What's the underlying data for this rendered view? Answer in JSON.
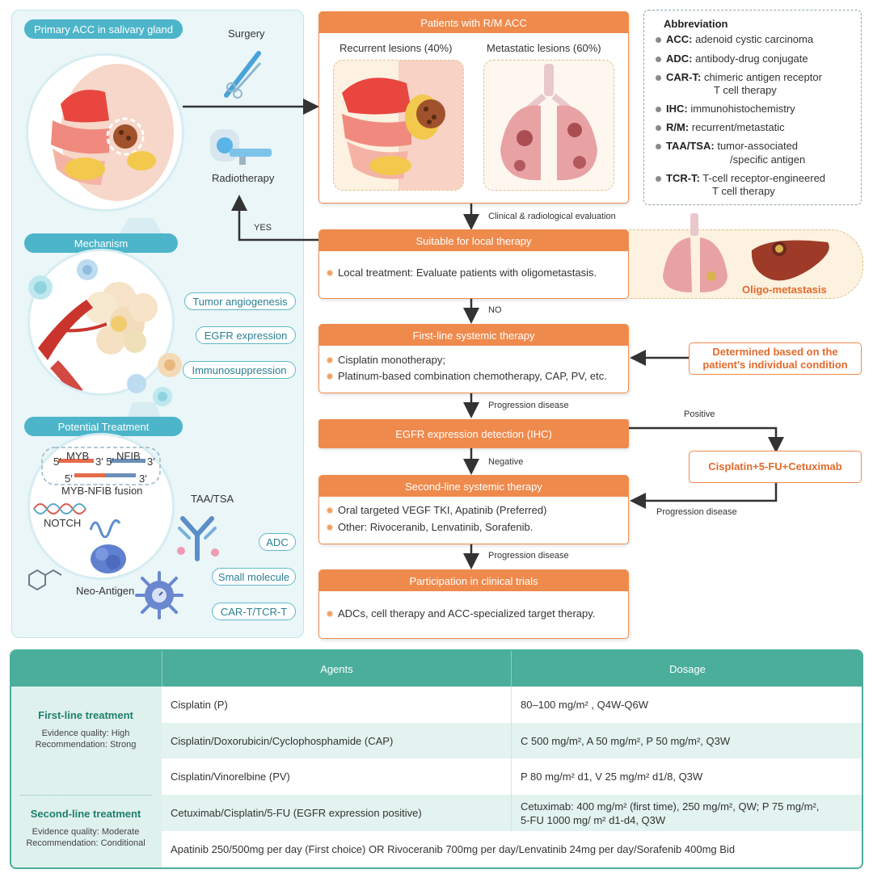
{
  "left": {
    "primary_title": "Primary ACC in salivary gland",
    "surgery": "Surgery",
    "radiotherapy": "Radiotherapy",
    "yes": "YES",
    "mechanism_title": "Mechanism",
    "mechanisms": [
      "Tumor angiogenesis",
      "EGFR expression",
      "Immunosuppression"
    ],
    "potential_title": "Potential Treatment",
    "gene_myb": "MYB",
    "gene_nfib": "NFIB",
    "fusion_label": "MYB-NFIB fusion",
    "notch": "NOTCH",
    "neo_antigen": "Neo-Antigen",
    "taa_tsa": "TAA/TSA",
    "treatments": [
      "ADC",
      "Small molecule",
      "CAR-T/TCR-T"
    ]
  },
  "flow": {
    "patients_title": "Patients with R/M ACC",
    "recurrent": "Recurrent lesions (40%)",
    "metastatic": "Metastatic lesions (60%)",
    "eval_note": "Clinical & radiological evaluation",
    "local_title": "Suitable for local therapy",
    "local_item": "Local treatment: Evaluate patients with oligometastasis.",
    "oligo": "Oligo-metastasis",
    "no_note": "NO",
    "first_title": "First-line systemic therapy",
    "first_items": [
      "Cisplatin monotherapy;",
      "Platinum-based combination chemotherapy, CAP, PV, etc."
    ],
    "determined": "Determined based on the patient's individual condition",
    "progression1": "Progression disease",
    "egfr_title": "EGFR expression detection (IHC)",
    "positive": "Positive",
    "negative": "Negative",
    "cetux": "Cisplatin+5-FU+Cetuximab",
    "second_title": "Second-line systemic therapy",
    "second_items": [
      "Oral targeted VEGF TKI, Apatinib (Preferred)",
      "Other: Rivoceranib, Lenvatinib, Sorafenib."
    ],
    "progression2": "Progression disease",
    "progression3": "Progression disease",
    "trials_title": "Participation in clinical trials",
    "trials_item": "ADCs, cell therapy and ACC-specialized target therapy."
  },
  "abbreviations": {
    "title": "Abbreviation",
    "items": [
      {
        "key": "ACC:",
        "value": "adenoid cystic carcinoma"
      },
      {
        "key": "ADC:",
        "value": "antibody-drug conjugate"
      },
      {
        "key": "CAR-T:",
        "value": "chimeric antigen receptor",
        "cont": "T cell therapy"
      },
      {
        "key": "IHC:",
        "value": "immunohistochemistry"
      },
      {
        "key": "R/M:",
        "value": "recurrent/metastatic"
      },
      {
        "key": "TAA/TSA:",
        "value": "tumor-associated",
        "cont": "/specific antigen"
      },
      {
        "key": "TCR-T:",
        "value": "T-cell receptor-engineered",
        "cont": "T cell therapy"
      }
    ]
  },
  "table": {
    "headers": [
      "Agents",
      "Dosage"
    ],
    "first_line": {
      "title": "First-line treatment",
      "evidence": "Evidence quality: High",
      "recommendation": "Recommendation: Strong"
    },
    "second_line": {
      "title": "Second-line treatment",
      "evidence": "Evidence quality: Moderate",
      "recommendation": "Recommendation: Conditional"
    },
    "rows": [
      {
        "agent": "Cisplatin (P)",
        "dosage": "80–100 mg/m² , Q4W-Q6W"
      },
      {
        "agent": "Cisplatin/Doxorubicin/Cyclophosphamide (CAP)",
        "dosage": "C 500 mg/m², A 50 mg/m², P 50 mg/m², Q3W"
      },
      {
        "agent": "Cisplatin/Vinorelbine (PV)",
        "dosage": "P 80 mg/m² d1, V 25 mg/m² d1/8, Q3W"
      },
      {
        "agent": "Cetuximab/Cisplatin/5-FU (EGFR expression positive)",
        "dosage_line1": "Cetuximab: 400 mg/m² (first time), 250 mg/m², QW; P 75 mg/m²,",
        "dosage_line2": "5-FU 1000 mg/ m² d1-d4, Q3W"
      }
    ],
    "last_row": "Apatinib 250/500mg per day (First choice) OR Rivoceranib 700mg per day/Lenvatinib 24mg per day/Sorafenib 400mg Bid"
  }
}
